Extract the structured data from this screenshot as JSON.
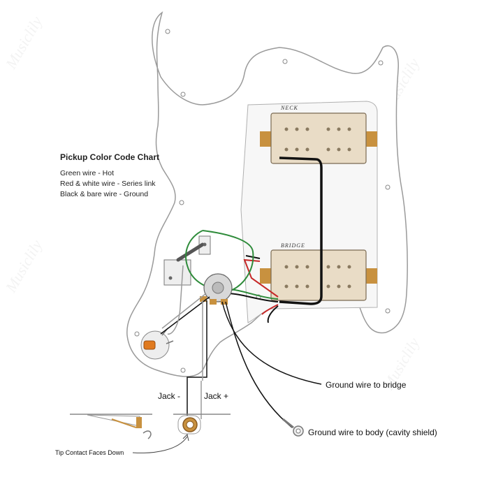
{
  "legend": {
    "title": "Pickup Color Code Chart",
    "lines": [
      "Green wire - Hot",
      "Red & white wire - Series link",
      "Black & bare wire - Ground"
    ]
  },
  "pickups": {
    "neck_label": "NECK",
    "bridge_label": "BRIDGE"
  },
  "jack": {
    "minus_label": "Jack -",
    "plus_label": "Jack +",
    "tip_note": "Tip Contact Faces Down"
  },
  "annotations": {
    "ground_bridge": "Ground wire to bridge",
    "ground_body": "Ground wire to body (cavity shield)"
  },
  "colors": {
    "pickguard": "#ffffff",
    "pickguard_outline": "#9a9a9a",
    "cavity": "#f4f4f4",
    "pickup_cover": "#e9dcc6",
    "pickup_tab": "#c8913f",
    "wire_green": "#2e8b3a",
    "wire_red": "#c62828",
    "wire_black": "#111111",
    "wire_bare": "#9a9a9a",
    "capacitor": "#e07a1f"
  },
  "watermark": "Musiclily"
}
